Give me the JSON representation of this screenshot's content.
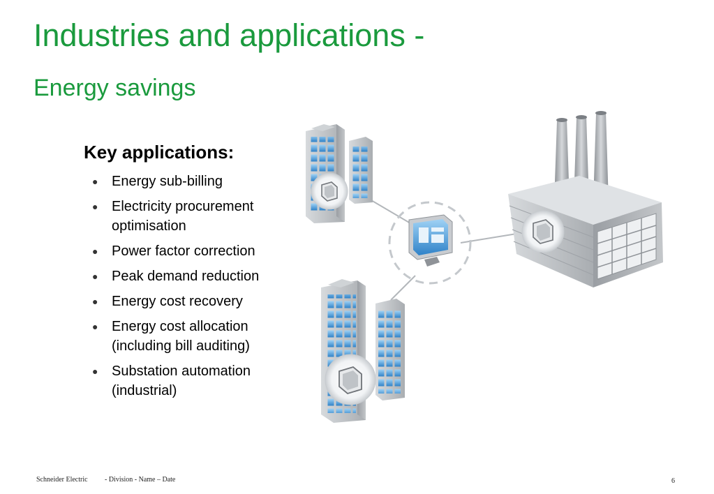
{
  "slide": {
    "title": "Industries and applications -",
    "subtitle": "Energy savings",
    "key_heading": "Key applications:",
    "applications": [
      {
        "lines": [
          "Energy sub-billing"
        ]
      },
      {
        "lines": [
          "Electricity procurement",
          "optimisation"
        ]
      },
      {
        "lines": [
          "Power factor correction"
        ]
      },
      {
        "lines": [
          "Peak demand reduction"
        ]
      },
      {
        "lines": [
          "Energy cost recovery"
        ]
      },
      {
        "lines": [
          "Energy cost allocation",
          "(including bill auditing)"
        ]
      },
      {
        "lines": [
          "Substation automation",
          "(industrial)"
        ]
      }
    ],
    "bullet_icon": "filled-circle-bullet"
  },
  "diagram": {
    "nodes": [
      {
        "icon": "office-building-icon"
      },
      {
        "icon": "monitoring-computer-icon"
      },
      {
        "icon": "factory-icon"
      },
      {
        "icon": "office-building-icon"
      }
    ],
    "meter_icon": "power-meter-icon"
  },
  "footer": {
    "company": "Schneider Electric",
    "info": "- Division - Name – Date",
    "page": "6"
  },
  "colors": {
    "title": "#1a9a3d",
    "text": "#000000",
    "glass": "#3a93d6",
    "building": "#b8bcc0"
  }
}
